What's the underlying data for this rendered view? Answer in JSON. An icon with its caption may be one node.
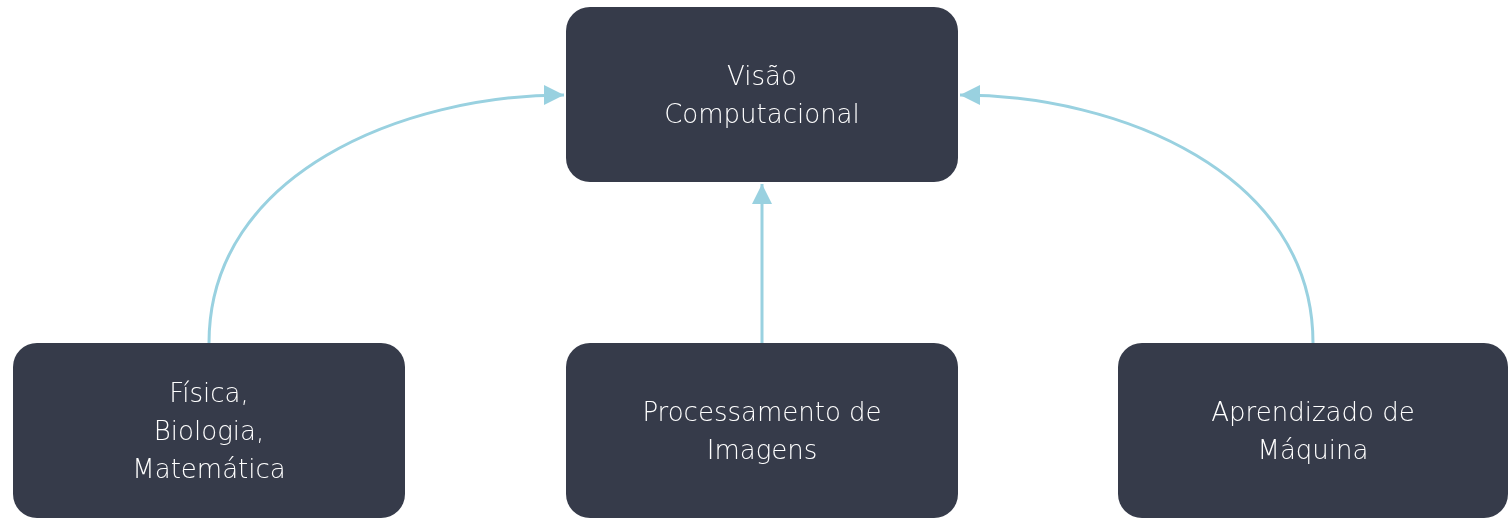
{
  "diagram": {
    "nodes": [
      {
        "text": [
          "Visão Computacional"
        ]
      },
      {
        "text": [
          "Física, Biologia, Matemática"
        ]
      },
      {
        "text": [
          "Processamento de Imagens"
        ]
      },
      {
        "text": [
          "Aprendizado de Máquina"
        ]
      }
    ],
    "edges": [
      {
        "from": 1,
        "to": 0,
        "arrow": "to"
      },
      {
        "from": 2,
        "to": 0,
        "arrow": "to"
      },
      {
        "from": 3,
        "to": 0,
        "arrow": "to"
      }
    ]
  }
}
